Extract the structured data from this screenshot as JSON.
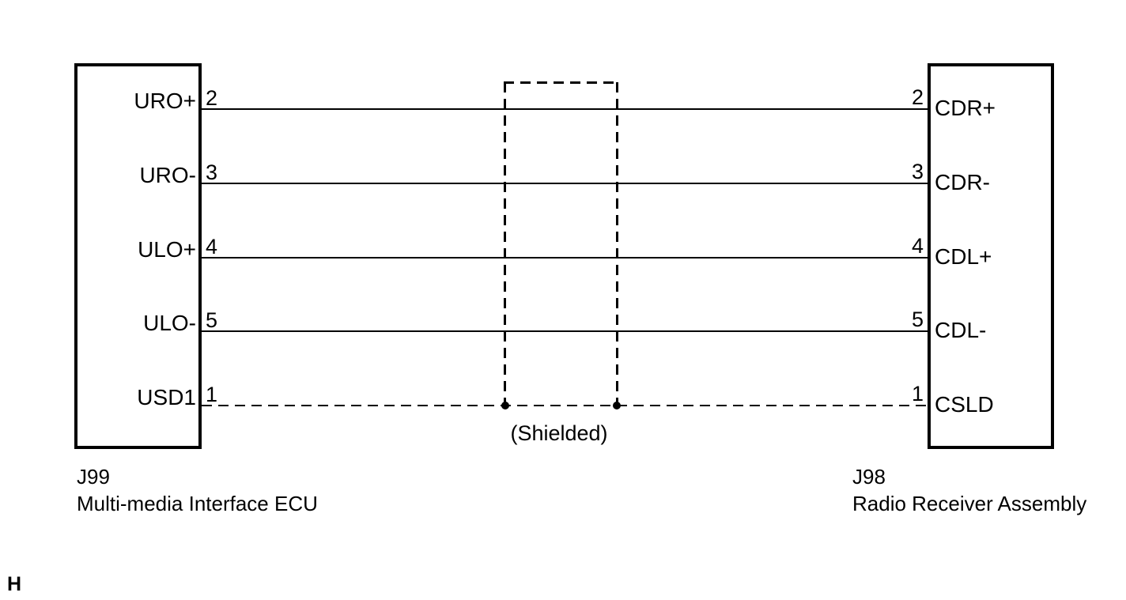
{
  "diagram": {
    "left_connector": {
      "id": "J99",
      "name": "Multi-media Interface ECU"
    },
    "right_connector": {
      "id": "J98",
      "name": "Radio Receiver Assembly"
    },
    "shield_label": "(Shielded)",
    "page_marker": "H",
    "colors": {
      "line": "#000000",
      "background": "#ffffff"
    },
    "wires": [
      {
        "left_label": "URO+",
        "left_pin": "2",
        "right_pin": "2",
        "right_label": "CDR+",
        "style": "solid"
      },
      {
        "left_label": "URO-",
        "left_pin": "3",
        "right_pin": "3",
        "right_label": "CDR-",
        "style": "solid"
      },
      {
        "left_label": "ULO+",
        "left_pin": "4",
        "right_pin": "4",
        "right_label": "CDL+",
        "style": "solid"
      },
      {
        "left_label": "ULO-",
        "left_pin": "5",
        "right_pin": "5",
        "right_label": "CDL-",
        "style": "solid"
      },
      {
        "left_label": "USD1",
        "left_pin": "1",
        "right_pin": "1",
        "right_label": "CSLD",
        "style": "shield-drain-dashed"
      }
    ]
  }
}
